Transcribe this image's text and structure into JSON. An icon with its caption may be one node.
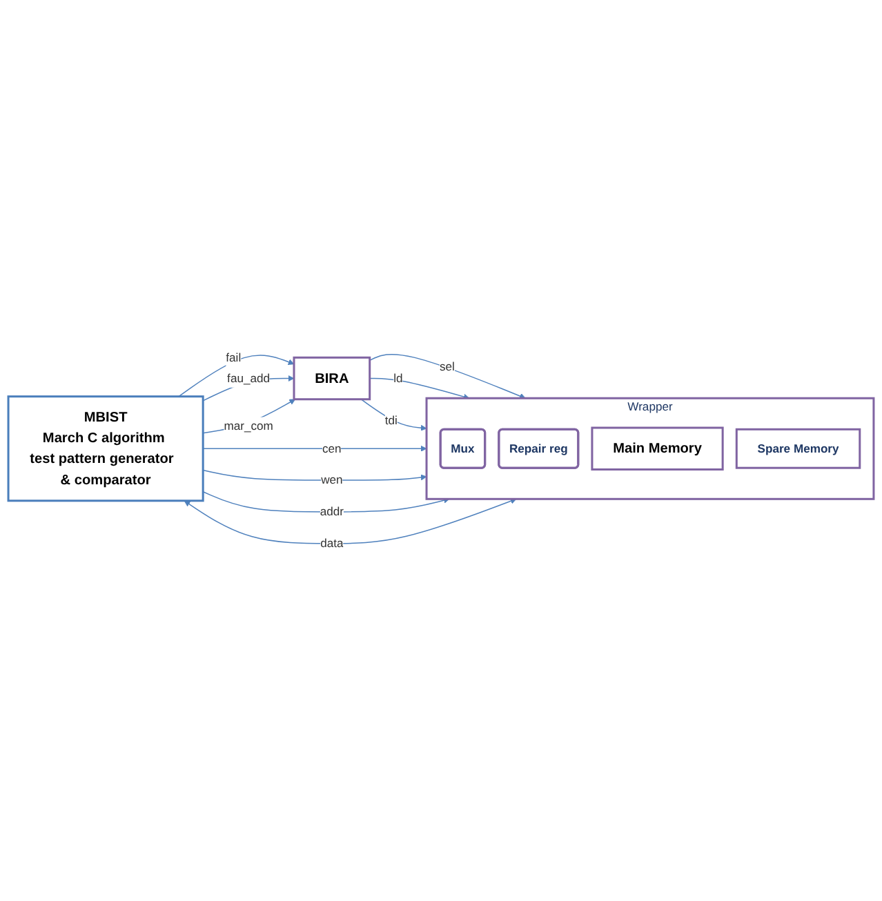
{
  "diagram": {
    "nodes": [
      {
        "text": [
          "MBIST",
          "March C algorithm test pattern generator  & comparator"
        ]
      },
      {
        "text": [
          "BIRA"
        ]
      },
      {
        "text": [
          "Wrapper"
        ]
      },
      {
        "text": [
          "Mux"
        ],
        "in": 2
      },
      {
        "text": [
          "Repair reg"
        ],
        "in": 2
      },
      {
        "text": [
          "Main Memory"
        ],
        "in": 2
      },
      {
        "text": [
          "Spare Memory"
        ],
        "in": 2
      }
    ],
    "edges": [
      {
        "from": 0,
        "to": 1,
        "arrow": "to",
        "label": "fail"
      },
      {
        "from": 0,
        "to": 1,
        "arrow": "to",
        "label": "fau_add"
      },
      {
        "from": 0,
        "to": 1,
        "arrow": "to",
        "label": "mar_com"
      },
      {
        "from": 1,
        "to": 2,
        "arrow": "to",
        "label": "sel"
      },
      {
        "from": 1,
        "to": 2,
        "arrow": "to",
        "label": "ld"
      },
      {
        "from": 1,
        "to": 2,
        "arrow": "to",
        "label": "tdi"
      },
      {
        "from": 0,
        "to": 2,
        "arrow": "to",
        "label": "cen"
      },
      {
        "from": 0,
        "to": 2,
        "arrow": "to",
        "label": "wen"
      },
      {
        "from": 0,
        "to": 2,
        "arrow": "to",
        "label": "addr"
      },
      {
        "from": 0,
        "to": 2,
        "arrow": "both",
        "label": "data"
      }
    ]
  }
}
